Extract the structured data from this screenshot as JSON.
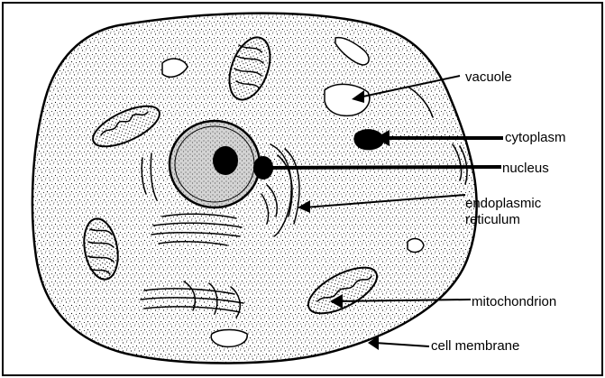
{
  "labels": {
    "vacuole": "vacuole",
    "cytoplasm": "cytoplasm",
    "nucleus": "nucleus",
    "endoplasmic_line1": "endoplasmic",
    "endoplasmic_line2": "reticulum",
    "mitochondrion": "mitochondrion",
    "cell_membrane": "cell membrane"
  },
  "colors": {
    "ink": "#000000",
    "paper": "#ffffff",
    "nucleus_fill": "#c8c8c8"
  }
}
